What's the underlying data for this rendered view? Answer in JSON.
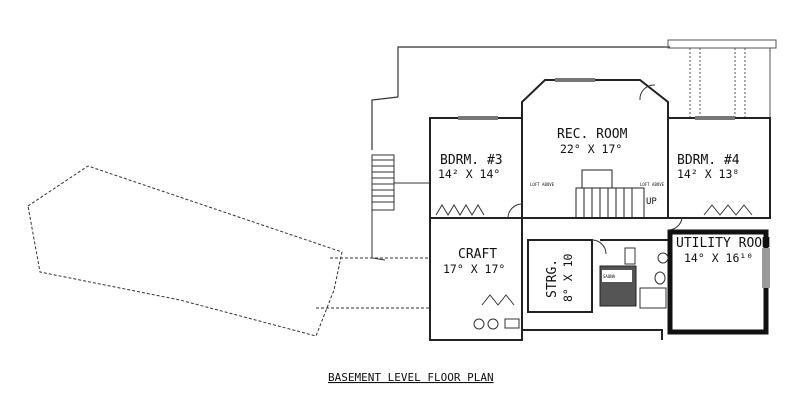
{
  "title": "BASEMENT LEVEL FLOOR PLAN",
  "rooms": [
    {
      "name": "REC. ROOM",
      "dims": "22° X 17°"
    },
    {
      "name": "BDRM. #3",
      "dims": "14² X 14°"
    },
    {
      "name": "BDRM. #4",
      "dims": "14² X 13⁸"
    },
    {
      "name": "CRAFT",
      "dims": "17° X 17°"
    },
    {
      "name": "STRG.",
      "dims": "8° X 10"
    },
    {
      "name": "UTILITY ROOM",
      "dims": "14° X 16¹⁰"
    },
    {
      "name": "SAUNA",
      "dims": ""
    }
  ],
  "notes": {
    "loft_left": "LOFT ABOVE",
    "loft_right": "LOFT ABOVE",
    "stair": "UP"
  },
  "colors": {
    "line": "#222222",
    "background": "#ffffff"
  }
}
